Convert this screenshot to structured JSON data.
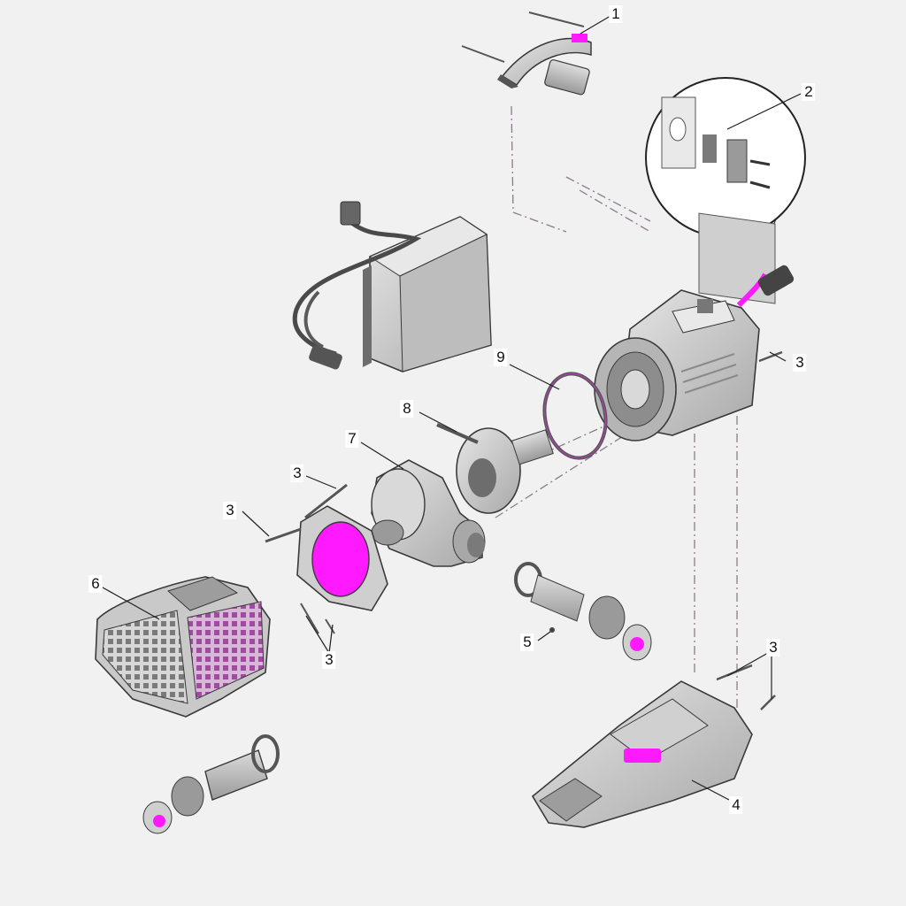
{
  "callouts": [
    {
      "id": "c1",
      "text": "1"
    },
    {
      "id": "c2",
      "text": "2"
    },
    {
      "id": "c3a",
      "text": "3"
    },
    {
      "id": "c9",
      "text": "9"
    },
    {
      "id": "c8",
      "text": "8"
    },
    {
      "id": "c7",
      "text": "7"
    },
    {
      "id": "c3b",
      "text": "3"
    },
    {
      "id": "c3c",
      "text": "3"
    },
    {
      "id": "c6",
      "text": "6"
    },
    {
      "id": "c3d",
      "text": "3"
    },
    {
      "id": "c5",
      "text": "5"
    },
    {
      "id": "c3e",
      "text": "3"
    },
    {
      "id": "c4",
      "text": "4"
    }
  ],
  "colors": {
    "background": "#f1f1f1",
    "part_fill": "#c9c9c9",
    "part_dark": "#6d6d6d",
    "outline": "#3a3a3a",
    "highlight": "#ff19ff",
    "leader": "#222222",
    "guide": "#8c7a8c"
  }
}
